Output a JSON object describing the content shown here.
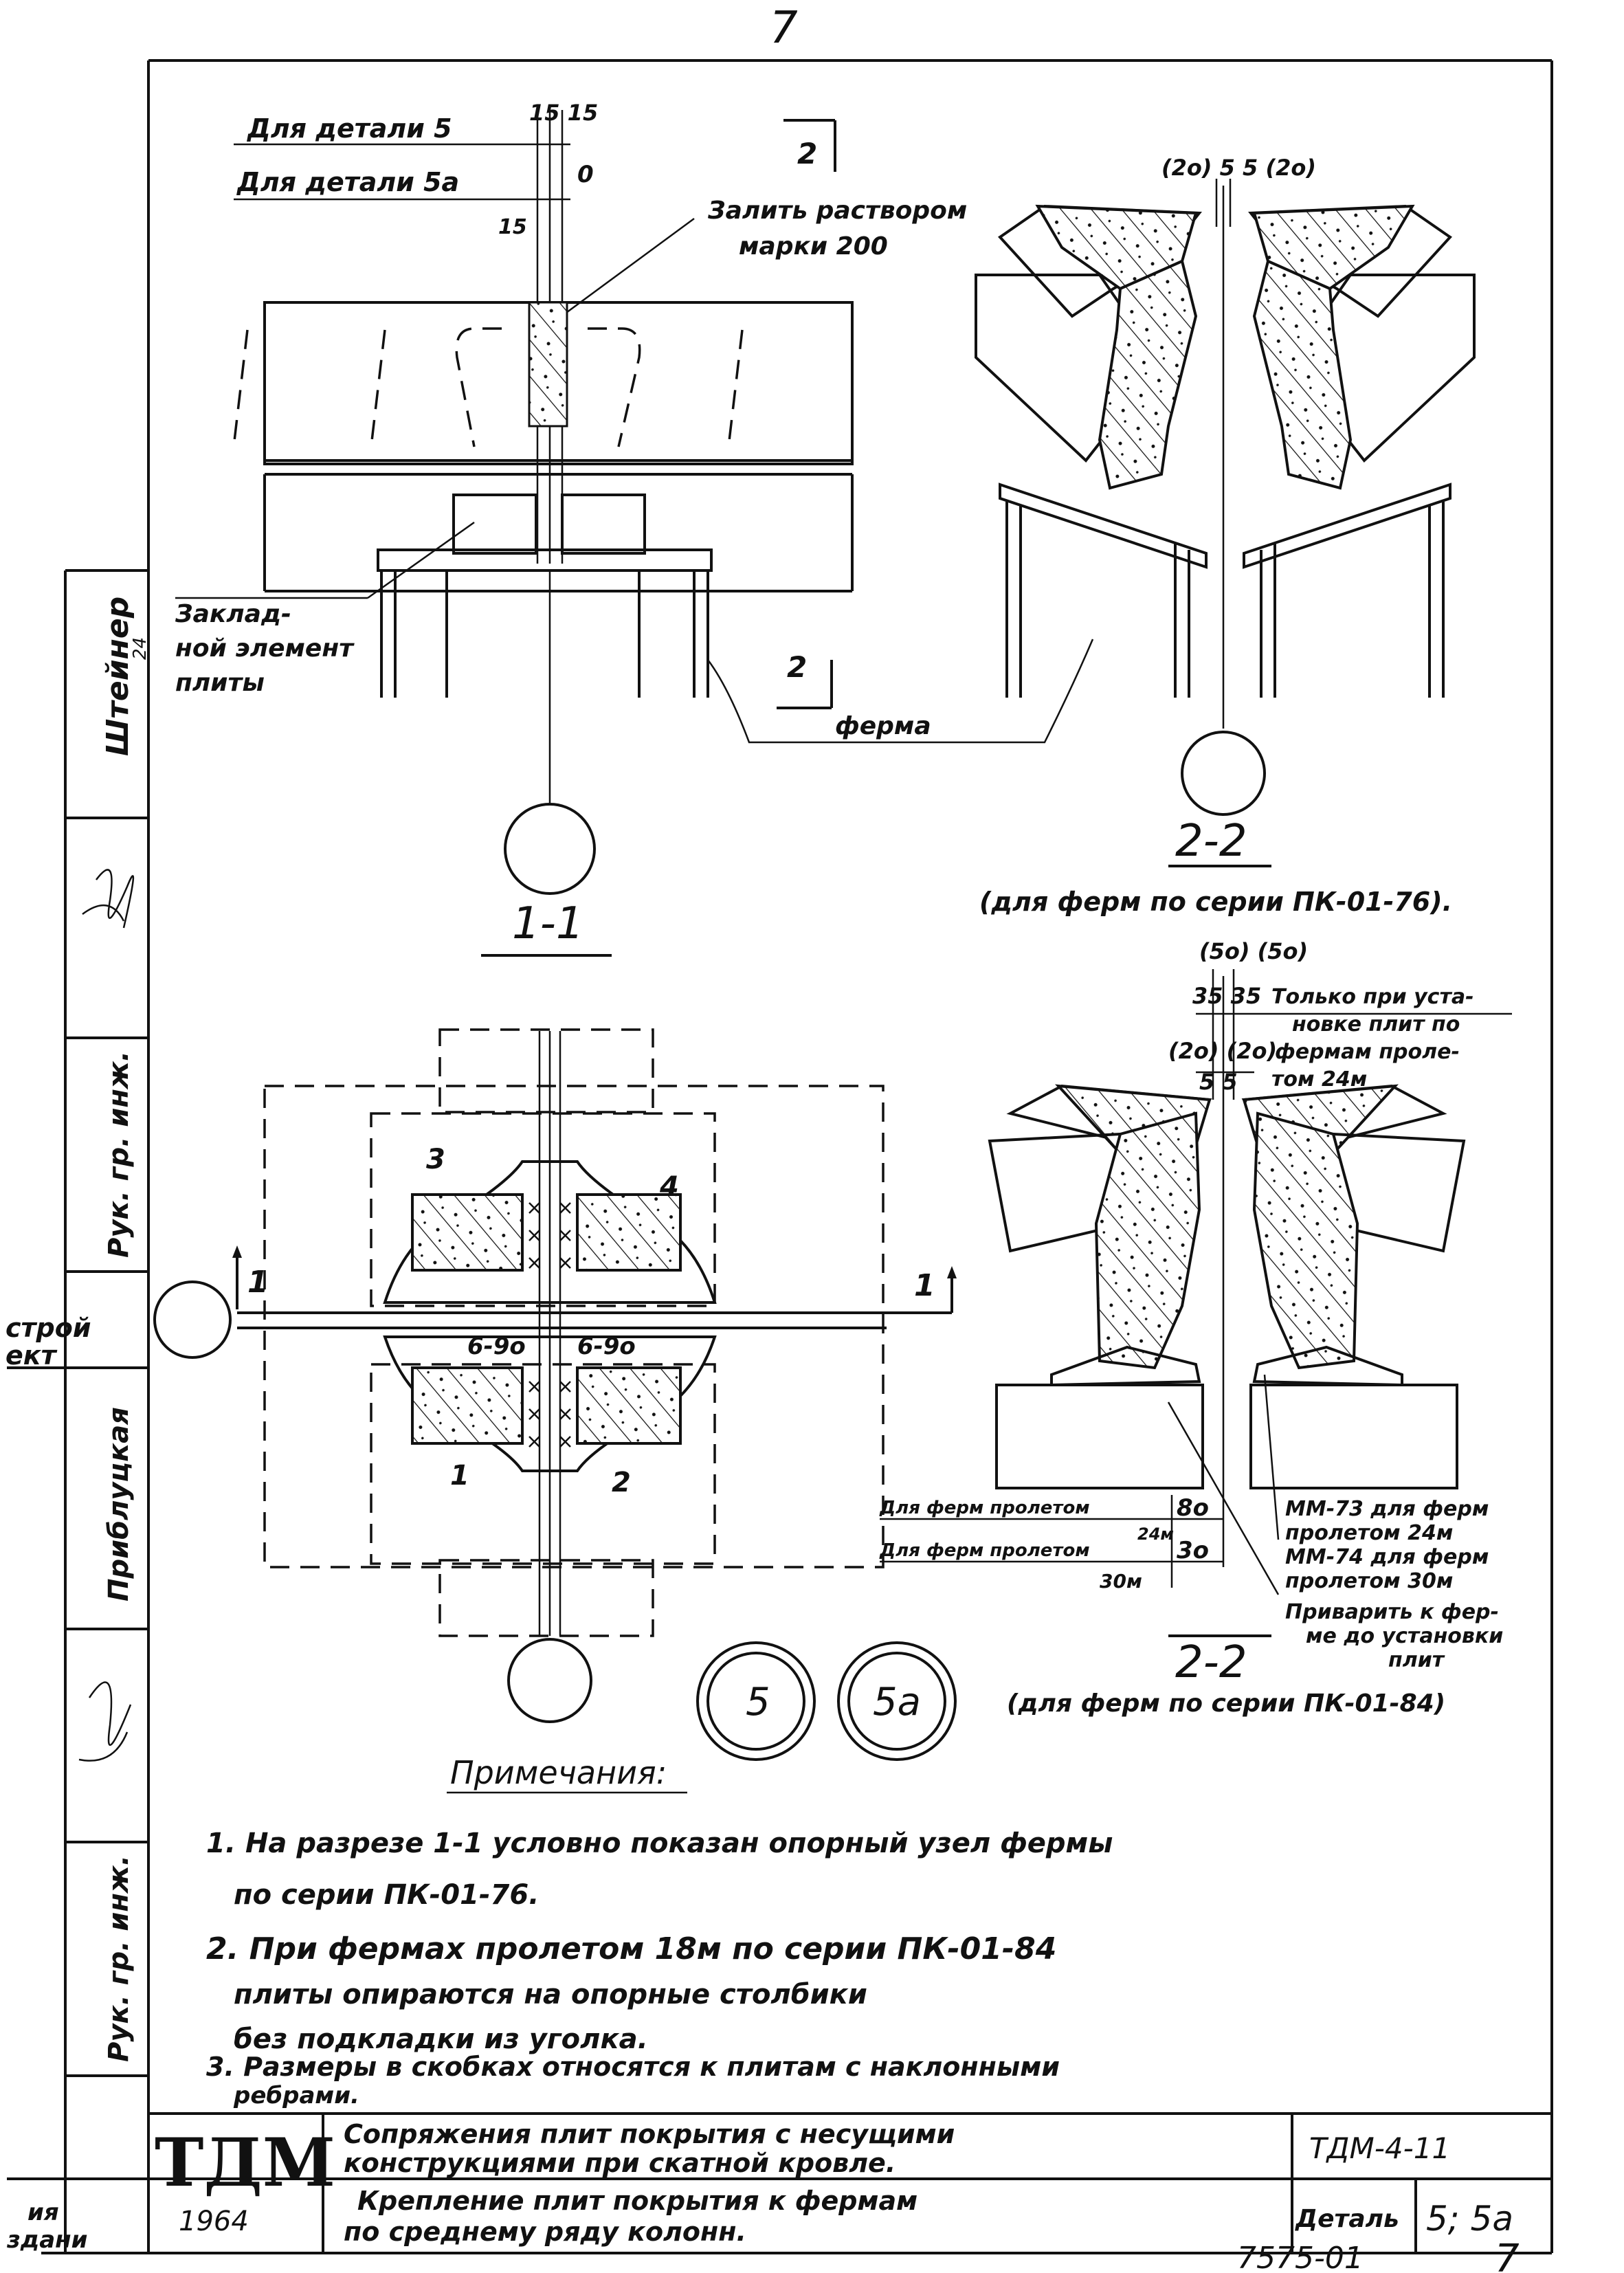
{
  "page": {
    "page_number_top": "7",
    "page_number_bottom": "7",
    "archive_number": "7575-01"
  },
  "section_1_1": {
    "label_detail5": "Для детали 5",
    "dims_detail5": "15 15",
    "label_detail5a": "Для детали 5а",
    "dim_detail5a": "0",
    "dim_15": "15",
    "section_marker_top": "2",
    "grout_note_line1": "Залить раствором",
    "grout_note_line2": "марки 200",
    "embedded_line1": "Заклад-",
    "embedded_line2": "ной элемент",
    "embedded_line3": "плиты",
    "section_marker_bottom": "2",
    "truss_label": "ферма",
    "title": "1-1"
  },
  "section_2_2_top": {
    "dims": "(2о) 5 5 (2о)",
    "title": "2-2",
    "subtitle": "(для ферм по серии ПК-01-76)."
  },
  "plan": {
    "marker_left": "1",
    "marker_right": "1",
    "num3": "3",
    "num4": "4",
    "num1": "1",
    "num2": "2",
    "weld_left": "6-9о",
    "weld_right": "6-9о"
  },
  "section_2_2_bottom": {
    "dims_top": "(5о) (5о)",
    "dims_35": "35 35",
    "note_only_line1": "Только при уста-",
    "note_only_line2": "новке плит по",
    "note_only_line3": "фермам проле-",
    "note_only_line4": "том 24м",
    "dims_20": "(2о) (2о)",
    "dims_55": "5 5",
    "span_label_1": "Для ферм пролетом",
    "span_value_1": "8о",
    "span_sub_1": "24м",
    "span_label_2": "Для ферм пролетом",
    "span_value_2": "3о",
    "span_sub_2": "30м",
    "mm_line1": "ММ-73 для ферм",
    "mm_line2": "пролетом 24м",
    "mm_line3": "ММ-74 для ферм",
    "mm_line4": "пролетом 30м",
    "weld_line1": "Приварить к фер-",
    "weld_line2": "ме до установки",
    "weld_line3": "плит",
    "title": "2-2",
    "subtitle": "(для ферм по серии ПК-01-84)"
  },
  "details": {
    "detail_5": "5",
    "detail_5a": "5а"
  },
  "notes": {
    "heading": "Примечания:",
    "n1_line1": "1. На разрезе 1-1 условно показан опорный узел фермы",
    "n1_line2": "по серии ПК-01-76.",
    "n2_line1": "2. При фермах пролетом 18м по серии ПК-01-84",
    "n2_line2": "плиты опираются на опорные столбики",
    "n2_line3": "без подкладки из уголка.",
    "n3_line1": "3. Размеры в скобках относятся к плитам с наклонными",
    "n3_line2": "ребрами."
  },
  "left_strip": {
    "cell1": "Штейнер",
    "cell1_small": "24",
    "cell3": "Рук. гр. инж.",
    "cell4a": "строй",
    "cell4b": "ект",
    "cell5": "Приблуцкая",
    "cell7": "Рук. гр. инж.",
    "cell8a": "ия",
    "cell8b": "здани"
  },
  "title_block": {
    "logo": "ТДМ",
    "year": "1964",
    "title_line1": "Сопряжения плит покрытия с несущими",
    "title_line2": "конструкциями при скатной кровле.",
    "doc_code": "ТДМ-4-11",
    "subtitle_line1": "Крепление плит покрытия к фермам",
    "subtitle_line2": "по среднему ряду колонн.",
    "detail_label": "Деталь",
    "detail_value": "5; 5а"
  }
}
